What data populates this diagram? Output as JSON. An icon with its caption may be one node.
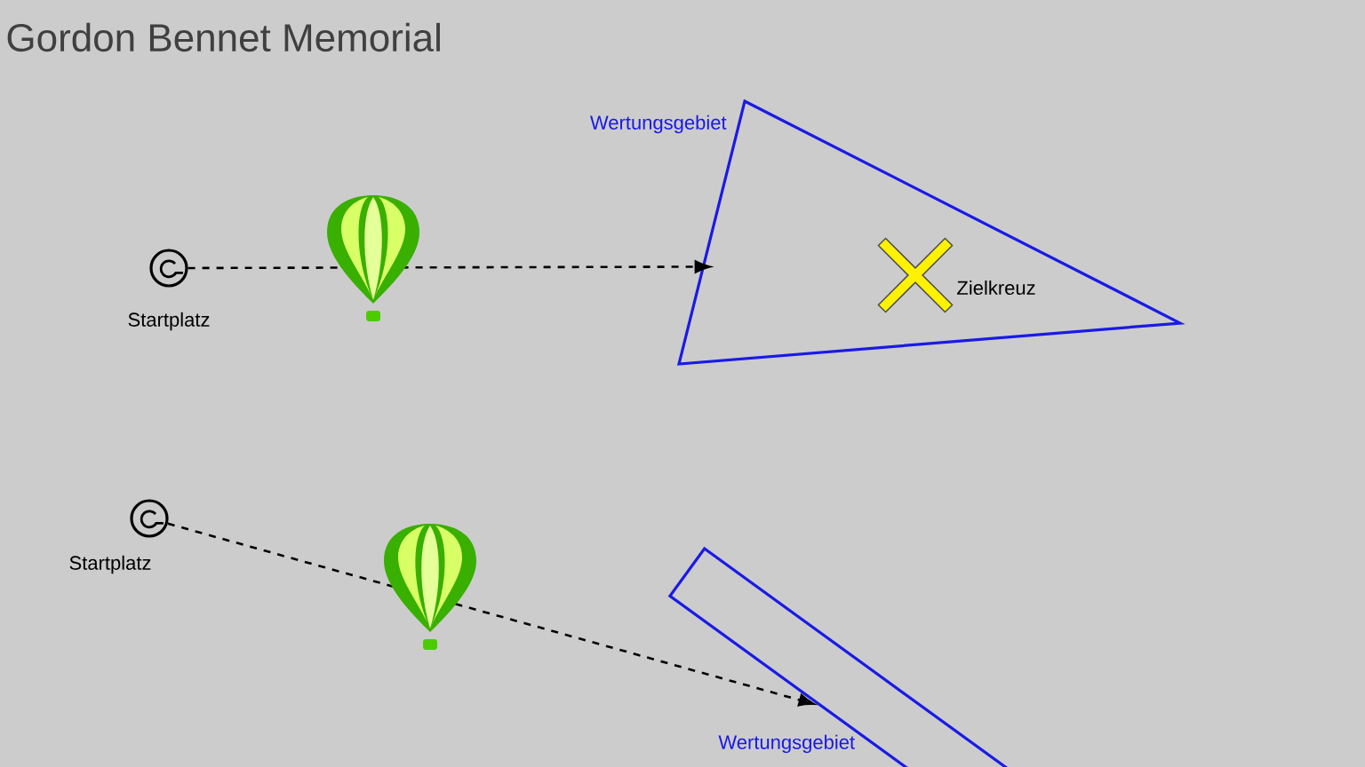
{
  "diagram": {
    "title": "Gordon Bennet Memorial",
    "nodes": [
      {
        "text": [],
        "shape": "circle",
        "beside": [
          "Startplatz"
        ]
      },
      {
        "text": [
          "Wertungsgebiet"
        ]
      },
      {
        "text": [],
        "shape": "circle",
        "beside": [
          "Startplatz"
        ]
      },
      {
        "text": [
          "Wertungsgebiet"
        ]
      }
    ],
    "edges": [
      {
        "from": 0,
        "to": 1,
        "arrow": "to",
        "style": "dashed"
      },
      {
        "from": 2,
        "to": 3,
        "arrow": "to",
        "style": "dashed"
      }
    ],
    "labels": [
      "Zielkreuz"
    ]
  }
}
